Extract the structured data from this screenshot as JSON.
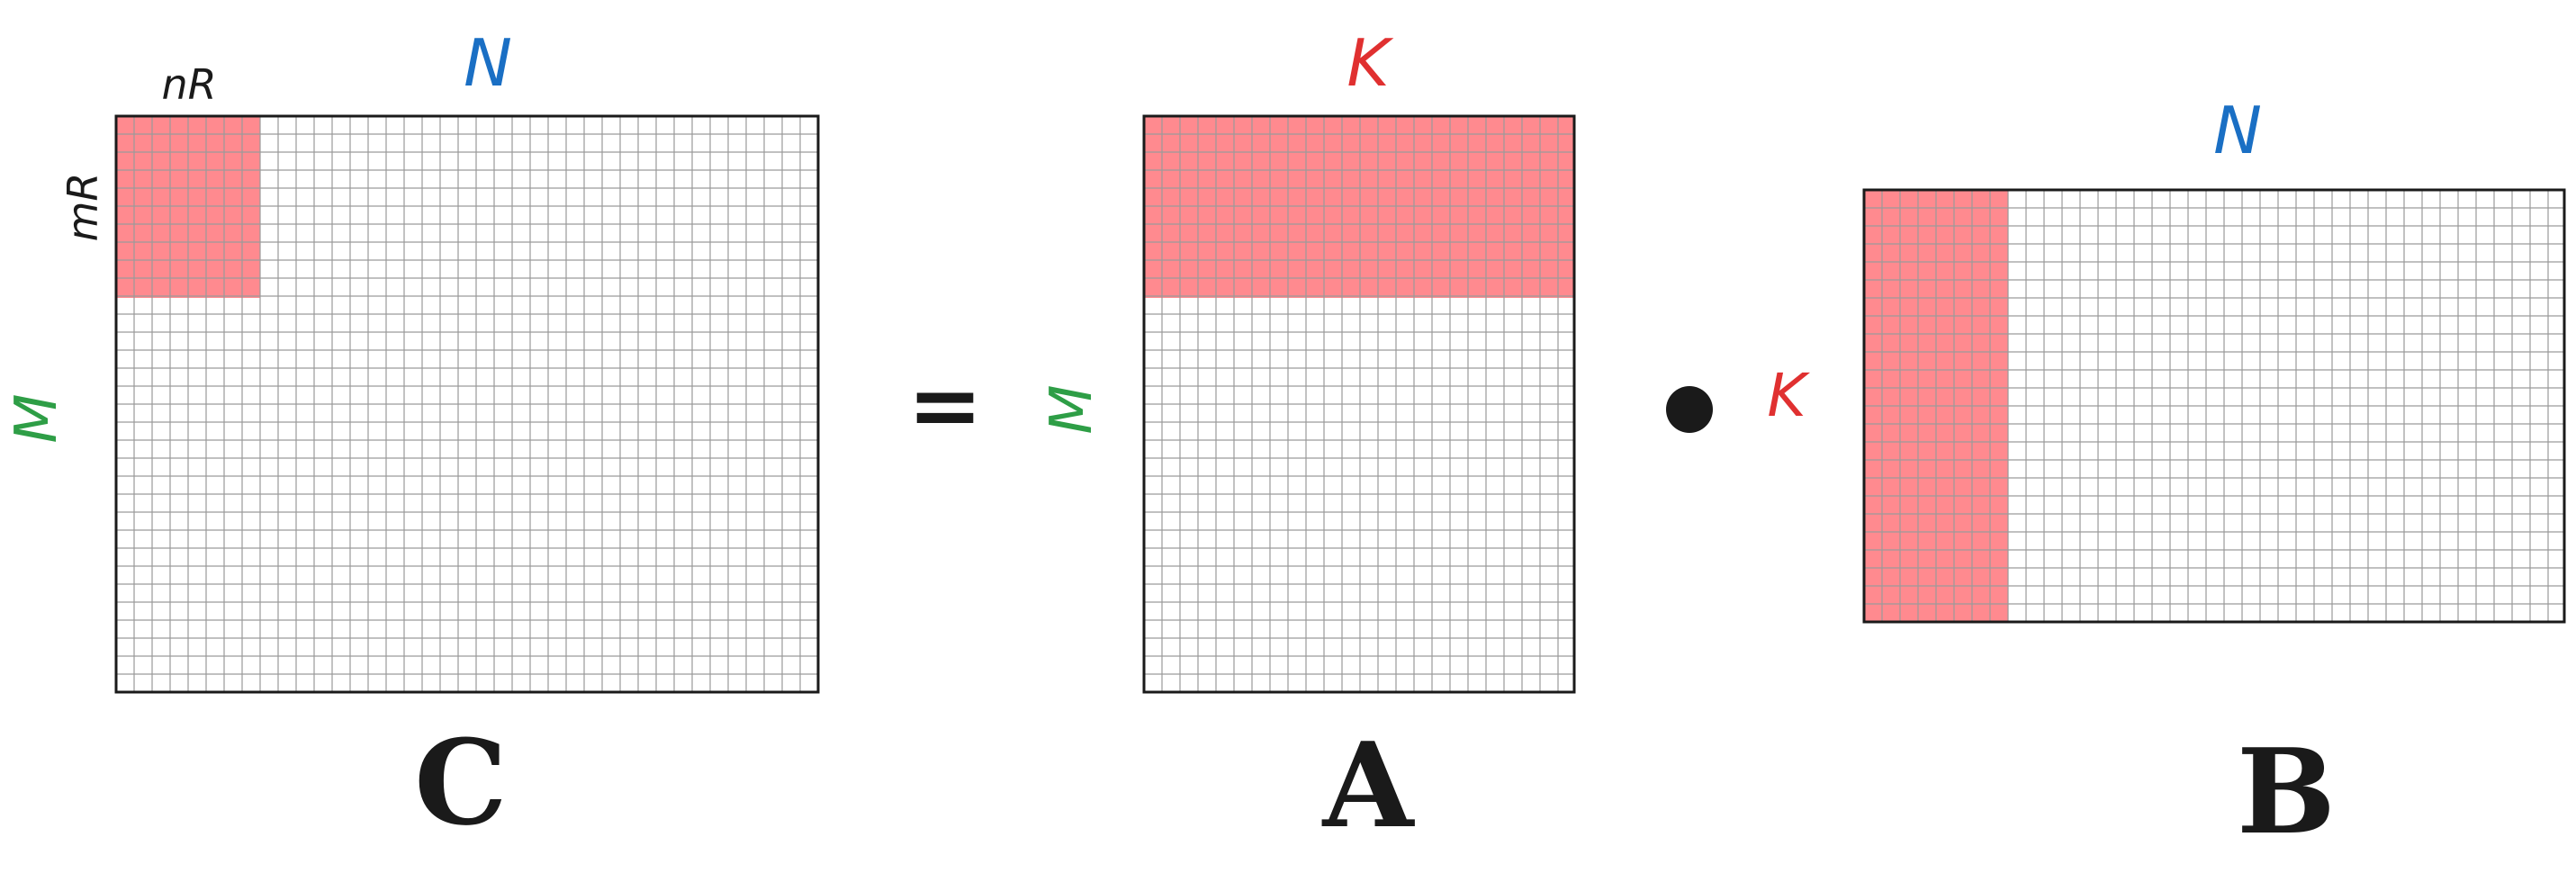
{
  "matrices": {
    "C": {
      "label": "C",
      "dim_top": "N",
      "dim_left": "M",
      "tile_top": "nR",
      "tile_left": "mR"
    },
    "A": {
      "label": "A",
      "dim_top": "K",
      "dim_left": "M"
    },
    "B": {
      "label": "B",
      "dim_top": "N",
      "dim_left": "K"
    }
  },
  "operators": {
    "equals": "="
  },
  "colors": {
    "M": "#2e9e46",
    "N": "#1a6fc4",
    "K": "#e03030",
    "highlight": "#ff8a8f",
    "grid": "#9a9a9a",
    "ink": "#1a1a1a"
  }
}
